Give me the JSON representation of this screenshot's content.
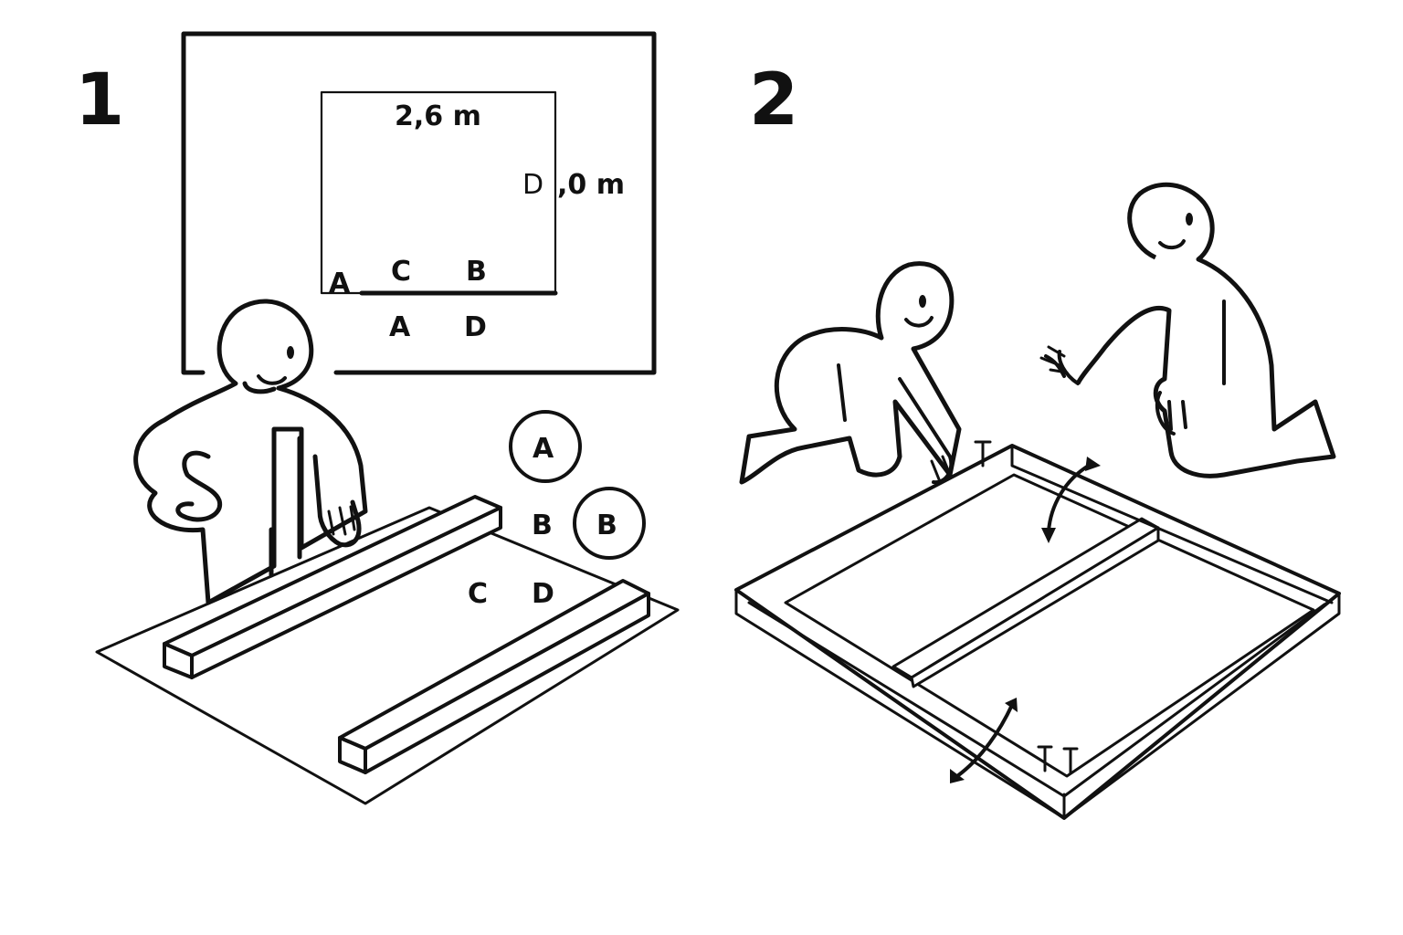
{
  "steps": [
    "1",
    "2"
  ],
  "plan": {
    "width_label": "2,6 m",
    "height_label": ",0 m",
    "height_letter": "D",
    "corner_a": "A",
    "inner_c": "C",
    "inner_b": "B",
    "below_a": "A",
    "below_d": "D"
  },
  "parts": {
    "circle_a": "A",
    "circle_b": "B",
    "loose_b": "B",
    "loose_c": "C",
    "loose_d": "D"
  }
}
